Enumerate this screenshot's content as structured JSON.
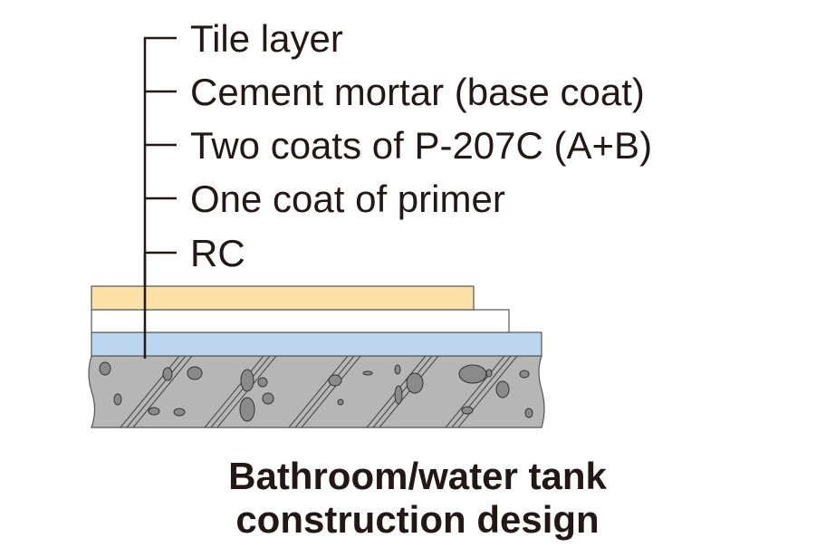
{
  "diagram": {
    "labels": [
      "Tile layer",
      "Cement mortar (base coat)",
      "Two coats of P-207C (A+B)",
      "One coat of primer",
      "RC"
    ],
    "caption": {
      "line1": "Bathroom/water tank",
      "line2": "construction design"
    },
    "colors": {
      "tile": "#FBE0A8",
      "mortar": "#FFFFFF",
      "membrane": "#BCD5EE",
      "concrete": "#B6B6B6",
      "line": "#231815"
    }
  }
}
